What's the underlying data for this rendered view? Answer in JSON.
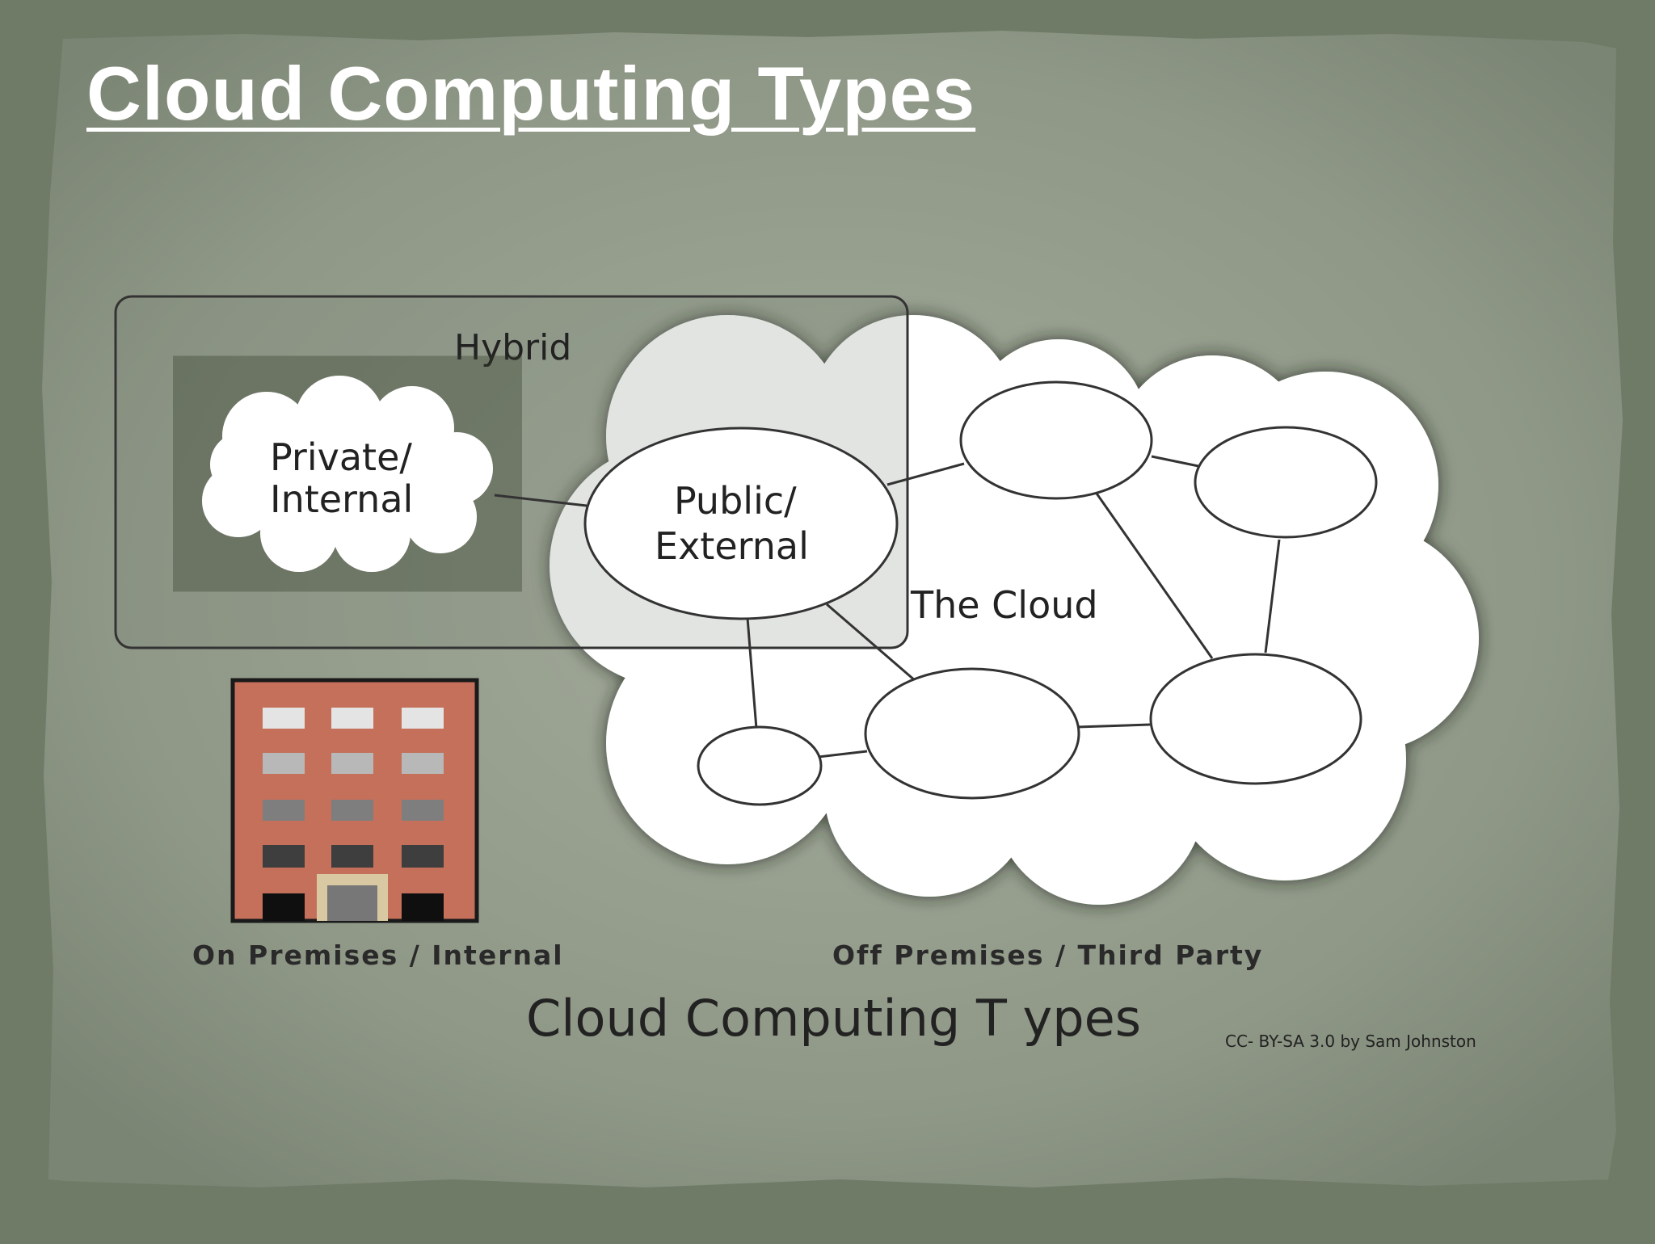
{
  "slide": {
    "title": "Cloud Computing Types"
  },
  "diagram": {
    "hybrid_label": "Hybrid",
    "private_label_line1": "Private/",
    "private_label_line2": "Internal",
    "public_label_line1": "Public/",
    "public_label_line2": "External",
    "cloud_label": "The Cloud",
    "on_premises_label": "On Premises / Internal",
    "off_premises_label": "Off Premises / Third Party",
    "caption": "Cloud Computing T ypes",
    "credit": "CC- BY-SA 3.0 by Sam Johnston"
  },
  "colors": {
    "paper": "#8d9685",
    "frame": "#6f7b67",
    "building": "#c4705a",
    "line": "#333333"
  }
}
